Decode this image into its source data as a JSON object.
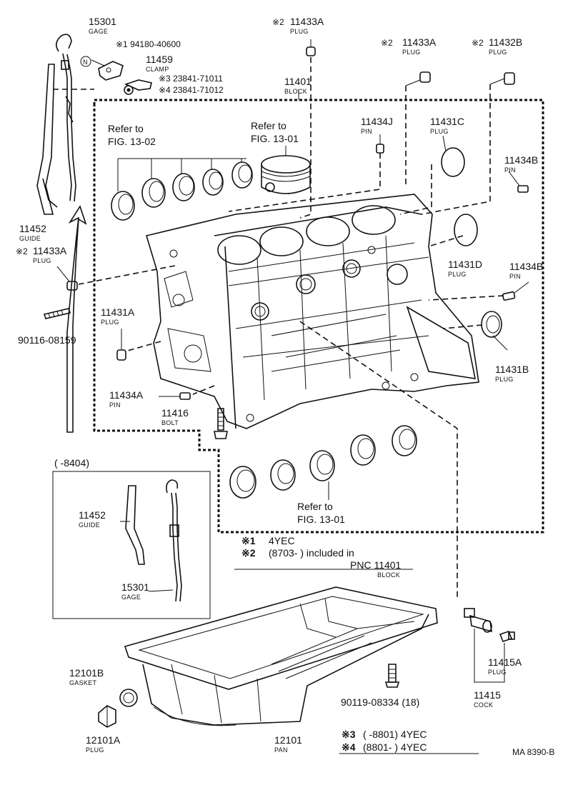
{
  "labels": {
    "gage_top": {
      "num": "15301",
      "sub": "GAGE"
    },
    "note1_part": "※1 94180-40600",
    "clamp": {
      "num": "11459",
      "sub": "CLAMP"
    },
    "note3_part": "※3 23841-71011",
    "note4_part": "※4 23841-71012",
    "plug_top_center": {
      "mark": "※2",
      "num": "11433A",
      "sub": "PLUG"
    },
    "plug_top_right1": {
      "mark": "※2",
      "num": "11433A",
      "sub": "PLUG"
    },
    "plug_top_right2": {
      "mark": "※2",
      "num": "11432B",
      "sub": "PLUG"
    },
    "block": {
      "num": "11401",
      "sub": "BLOCK"
    },
    "refer_1302": {
      "line1": "Refer to",
      "line2": "FIG. 13-02"
    },
    "refer_1301_top": {
      "line1": "Refer to",
      "line2": "FIG. 13-01"
    },
    "pin_11434j": {
      "num": "11434J",
      "sub": "PIN"
    },
    "plug_11431c": {
      "num": "11431C",
      "sub": "PLUG"
    },
    "pin_11434b_top": {
      "num": "11434B",
      "sub": "PIN"
    },
    "guide_left": {
      "num": "11452",
      "sub": "GUIDE"
    },
    "plug_left": {
      "mark": "※2",
      "num": "11433A",
      "sub": "PLUG"
    },
    "plug_11431d": {
      "num": "11431D",
      "sub": "PLUG"
    },
    "pin_11434b_right": {
      "num": "11434B",
      "sub": "PIN"
    },
    "plug_11431a": {
      "num": "11431A",
      "sub": "PLUG"
    },
    "stud_left": "90116-08159",
    "plug_11431b": {
      "num": "11431B",
      "sub": "PLUG"
    },
    "pin_11434a": {
      "num": "11434A",
      "sub": "PIN"
    },
    "bolt": {
      "num": "11416",
      "sub": "BOLT"
    },
    "inset_range": "(      -8404)",
    "inset_guide": {
      "num": "11452",
      "sub": "GUIDE"
    },
    "inset_gage": {
      "num": "15301",
      "sub": "GAGE"
    },
    "refer_1301_bottom": {
      "line1": "Refer to",
      "line2": "FIG. 13-01"
    },
    "gasket": {
      "num": "12101B",
      "sub": "GASKET"
    },
    "plug_12101a": {
      "num": "12101A",
      "sub": "PLUG"
    },
    "pan": {
      "num": "12101",
      "sub": "PAN"
    },
    "bolt_pan": "90119-08334 (18)",
    "plug_11415a": {
      "num": "11415A",
      "sub": "PLUG"
    },
    "cock": {
      "num": "11415",
      "sub": "COCK"
    },
    "figure_code": "MA 8390-B"
  },
  "notes": {
    "n1": {
      "mark": "※1",
      "text": "4YEC"
    },
    "n2": {
      "mark": "※2",
      "text": "(8703-        ) included in"
    },
    "n2b": {
      "text": "PNC 11401",
      "sub": "BLOCK"
    },
    "n3": {
      "mark": "※3",
      "text": "(        -8801) 4YEC"
    },
    "n4": {
      "mark": "※4",
      "text": "(8801-          ) 4YEC"
    }
  }
}
